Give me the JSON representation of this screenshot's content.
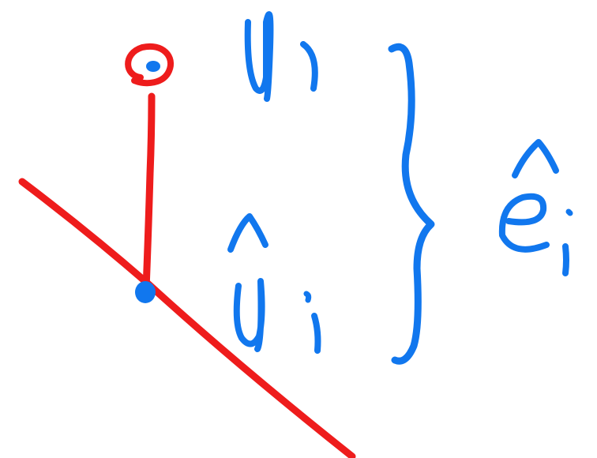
{
  "labels": {
    "observed": "y",
    "observed_subscript": "i",
    "fitted": "y",
    "fitted_subscript": "i",
    "residual": "e",
    "residual_subscript": "i",
    "hat_mark": "^"
  },
  "colors": {
    "red": "#ee1c1c",
    "blue": "#1177ee",
    "background": "#ffffff"
  }
}
